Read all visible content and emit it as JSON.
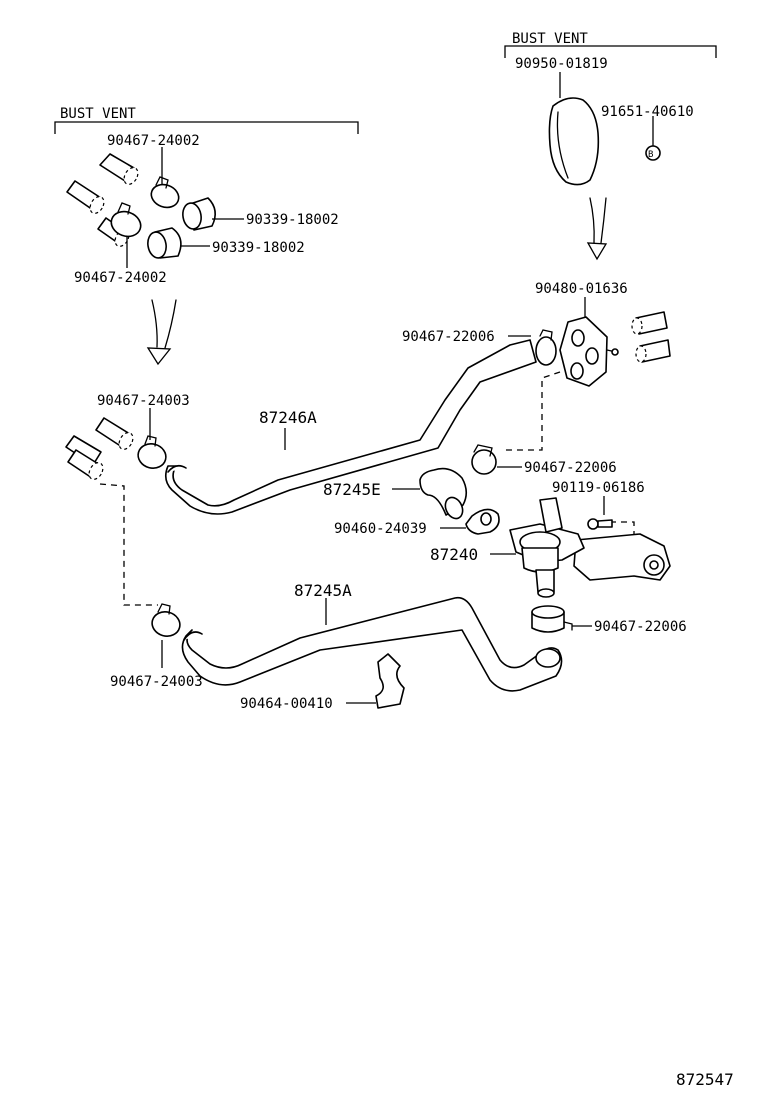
{
  "labels": {
    "bust_vent_left": "BUST VENT",
    "bust_vent_right": "BUST VENT",
    "p_90950_01819": "90950-01819",
    "p_91651_40610": "91651-40610",
    "p_90467_24002_a": "90467-24002",
    "p_90339_18002_a": "90339-18002",
    "p_90339_18002_b": "90339-18002",
    "p_90467_24002_b": "90467-24002",
    "p_90480_01636": "90480-01636",
    "p_90467_22006_a": "90467-22006",
    "p_90467_24003_a": "90467-24003",
    "p_87246A": "87246A",
    "p_90467_22006_b": "90467-22006",
    "p_90119_06186": "90119-06186",
    "p_87245E": "87245E",
    "p_90460_24039": "90460-24039",
    "p_87240": "87240",
    "p_87245A": "87245A",
    "p_90467_22006_c": "90467-22006",
    "p_90467_24003_b": "90467-24003",
    "p_90464_00410": "90464-00410",
    "bolt_mark": "B",
    "diagram_number": "872547"
  }
}
